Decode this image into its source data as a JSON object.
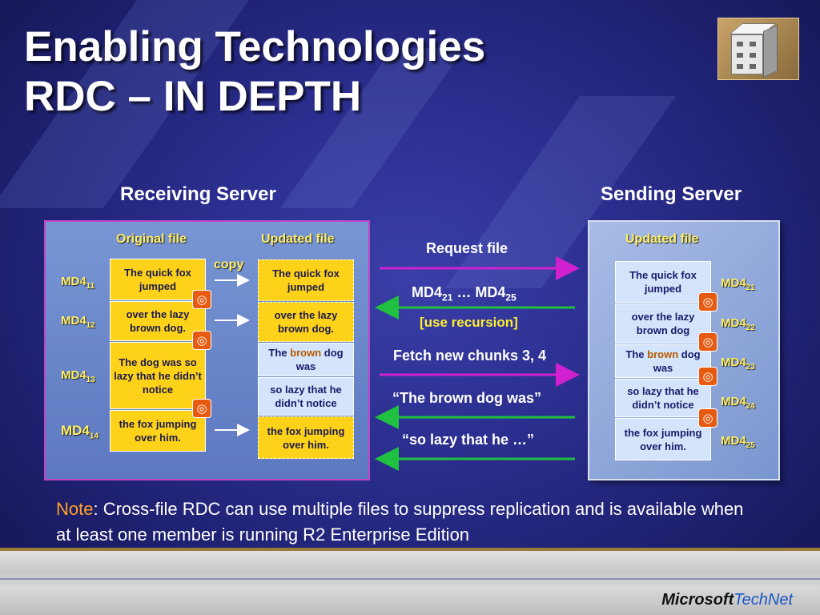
{
  "slide": {
    "title_line1": "Enabling Technologies",
    "title_line2": "RDC – IN DEPTH"
  },
  "receiving": {
    "heading": "Receiving Server",
    "original_head": "Original file",
    "updated_head": "Updated file",
    "copy_label": "copy",
    "original_chunks": [
      "The quick fox jumped",
      "over the lazy brown dog.",
      "The dog was so lazy that he didn’t notice",
      "the fox jumping over him."
    ],
    "updated_chunks": [
      "The quick fox jumped",
      "over the lazy brown dog.",
      {
        "pre": "The ",
        "brown": "brown",
        "post": " dog was"
      },
      "so lazy that he didn’t notice",
      "the fox jumping over him."
    ],
    "md_labels": [
      {
        "base": "MD4",
        "sub": "11"
      },
      {
        "base": "MD4",
        "sub": "12"
      },
      {
        "base": "MD4",
        "sub": "13"
      },
      {
        "base": "MD4",
        "sub": "14"
      }
    ]
  },
  "sending": {
    "heading": "Sending Server",
    "updated_head": "Updated file",
    "chunks": [
      "The quick fox jumped",
      "over the lazy brown dog",
      {
        "pre": "The ",
        "brown": "brown",
        "post": " dog was"
      },
      "so lazy that he didn’t notice",
      "the fox jumping over him."
    ],
    "md_labels": [
      {
        "base": "MD4",
        "sub": "21"
      },
      {
        "base": "MD4",
        "sub": "22"
      },
      {
        "base": "MD4",
        "sub": "23"
      },
      {
        "base": "MD4",
        "sub": "24"
      },
      {
        "base": "MD4",
        "sub": "25"
      }
    ]
  },
  "messages": {
    "request": "Request file",
    "md4_range": {
      "a": "MD4",
      "a_sub": "21",
      "mid": " … MD4",
      "b_sub": "25"
    },
    "recursion": "[use recursion]",
    "fetch": "Fetch new chunks 3, 4",
    "brown_dog": "“The brown dog was”",
    "so_lazy": "“so lazy that he …”"
  },
  "colors": {
    "arrow_to_sender": "#d020d0",
    "arrow_to_receiver": "#20c040",
    "accent": "#ffee66"
  },
  "note": {
    "label": "Note",
    "text": ": Cross-file RDC can use multiple files to suppress replication and is available when at least one member is running R2 Enterprise Edition"
  },
  "footer": {
    "brand_ms": "Microsoft",
    "brand_tn": "TechNet"
  },
  "icons": {
    "logo": "server-building-icon",
    "signature": "signature-icon"
  }
}
